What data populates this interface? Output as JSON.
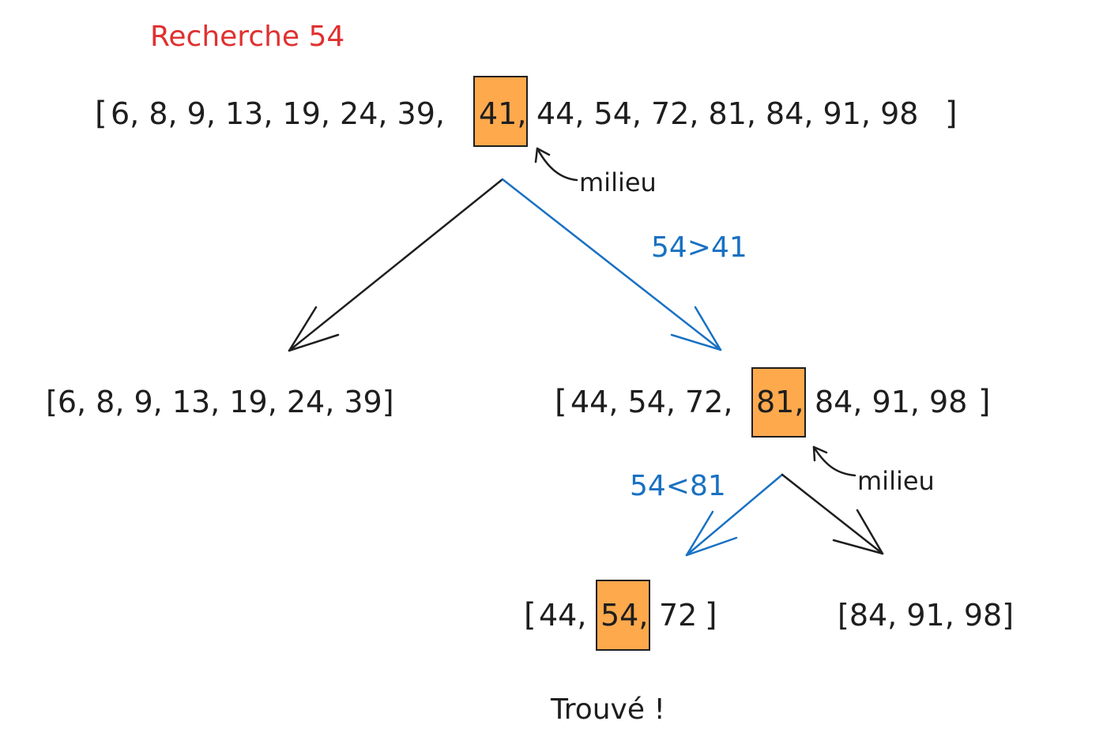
{
  "title": "Recherche 54",
  "colors": {
    "title": "#e03131",
    "condition": "#1971c2",
    "ink": "#1e1e1e",
    "highlight_fill": "#ffa94d"
  },
  "level0": {
    "open": "[",
    "before": "6, 8, 9, 13, 19, 24, 39,",
    "middle": "41,",
    "after": "44, 54, 72, 81, 84, 91, 98",
    "close": "]",
    "middle_label": "milieu"
  },
  "condition_right": "54>41",
  "level1_left": "[6, 8, 9, 13, 19, 24, 39]",
  "level1_right": {
    "open": "[",
    "before": "44, 54, 72,",
    "middle": "81,",
    "after": "84, 91, 98",
    "close": "]",
    "middle_label": "milieu"
  },
  "condition_left": "54<81",
  "level2_left": {
    "open": "[",
    "before": "44,",
    "middle": "54,",
    "after": "72",
    "close": "]"
  },
  "level2_right": "[84, 91, 98]",
  "result": "Trouvé !"
}
